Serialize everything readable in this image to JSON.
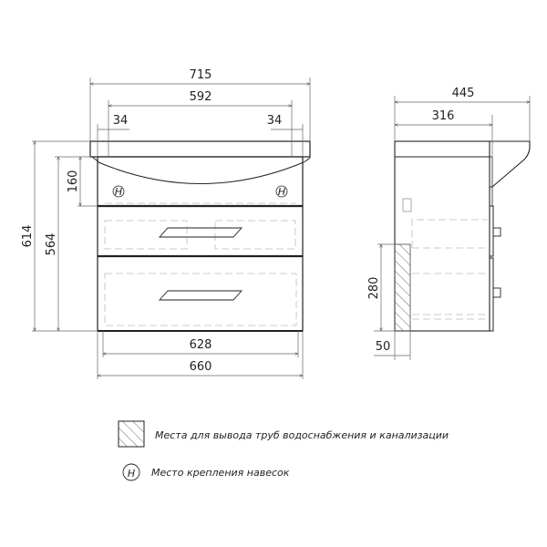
{
  "front_view": {
    "dimensions": {
      "overall_width": "715",
      "top_inner": "592",
      "left_offset": "34",
      "right_offset": "34",
      "height_total": "614",
      "height_body": "564",
      "top_zone": "160",
      "inner_width": "628",
      "body_width": "660"
    },
    "mount_mark": "H"
  },
  "side_view": {
    "dimensions": {
      "depth_total": "445",
      "depth_body": "316",
      "pipe_height": "280",
      "pipe_depth": "50"
    }
  },
  "legend": {
    "pipes": "Места для вывода труб водоснабжения и канализации",
    "mount_symbol": "H",
    "mount": "Место крепления навесок"
  }
}
